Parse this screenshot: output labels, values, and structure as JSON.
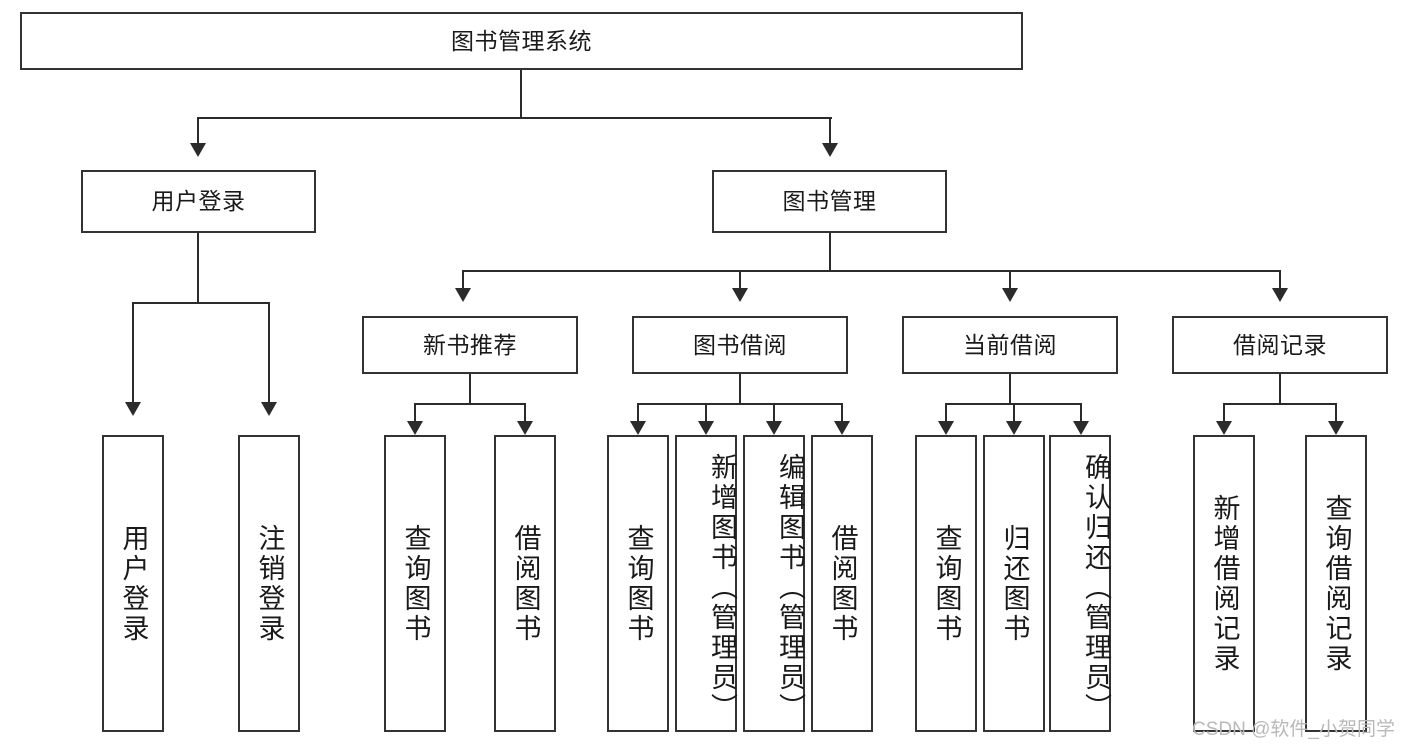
{
  "diagram": {
    "title": "图书管理系统",
    "type": "tree-hierarchy",
    "root": {
      "label": "图书管理系统"
    },
    "level2": [
      {
        "label": "用户登录"
      },
      {
        "label": "图书管理"
      }
    ],
    "level3": [
      {
        "label": "新书推荐"
      },
      {
        "label": "图书借阅"
      },
      {
        "label": "当前借阅"
      },
      {
        "label": "借阅记录"
      }
    ],
    "leaves_user_login": [
      {
        "label": "用户登录"
      },
      {
        "label": "注销登录"
      }
    ],
    "leaves_new_book": [
      {
        "label": "查询图书"
      },
      {
        "label": "借阅图书"
      }
    ],
    "leaves_borrow": [
      {
        "label": "查询图书"
      },
      {
        "label": "新增图书（管理员）"
      },
      {
        "label": "编辑图书（管理员）"
      },
      {
        "label": "借阅图书"
      }
    ],
    "leaves_current": [
      {
        "label": "查询图书"
      },
      {
        "label": "归还图书"
      },
      {
        "label": "确认归还（管理员）"
      }
    ],
    "leaves_record": [
      {
        "label": "新增借阅记录"
      },
      {
        "label": "查询借阅记录"
      }
    ]
  },
  "watermark": {
    "text": "CSDN @软件_小贺同学"
  },
  "colors": {
    "border": "#333333",
    "line": "#2b2b2b",
    "background": "#ffffff",
    "text": "#1a1a1a",
    "watermark": "#b9b9b9"
  }
}
